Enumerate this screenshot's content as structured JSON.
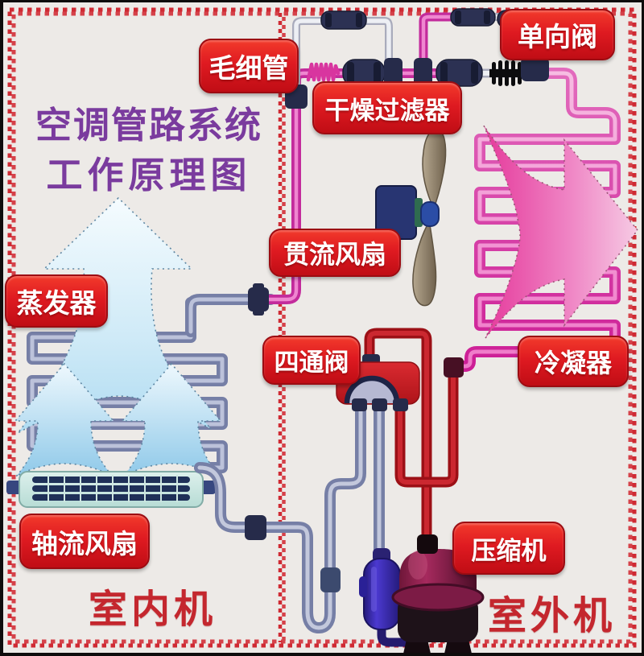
{
  "title": {
    "line1": "空调管路系统",
    "line2": "工作原理图"
  },
  "labels": {
    "capillary": "毛细管",
    "dry_filter": "干燥过滤器",
    "one_way_valve": "单向阀",
    "cross_flow_fan": "贯流风扇",
    "evaporator": "蒸发器",
    "four_way_valve": "四通阀",
    "condenser": "冷凝器",
    "axial_fan": "轴流风扇",
    "compressor": "压缩机"
  },
  "sections": {
    "indoor": "室内机",
    "outdoor": "室外机"
  },
  "colors": {
    "background": "#edeae7",
    "badge_red": "#df1a21",
    "badge_border": "#9c0c12",
    "title_purple": "#7a3b9e",
    "section_text_red": "#c4272e",
    "dashed_border_red": "#cf2a33",
    "evaporator_pipe_gray": "#767fa6",
    "condenser_pipe_pink": "#d12d9d",
    "hot_gas_pipe_red": "#9c1016",
    "white_pipe": "#edeff4",
    "airflow_arrow_blue": "#bfe3f4",
    "airflow_arrow_pink": "#ec4fa6",
    "fitting_navy": "#262b4a",
    "fan_blade_tan": "#a3947e",
    "fan_motor_navy": "#283572",
    "compressor_maroon": "#8e2150",
    "accumulator_blue": "#3b2fb5",
    "indoor_fan_frame_teal": "#cfe7e2"
  }
}
